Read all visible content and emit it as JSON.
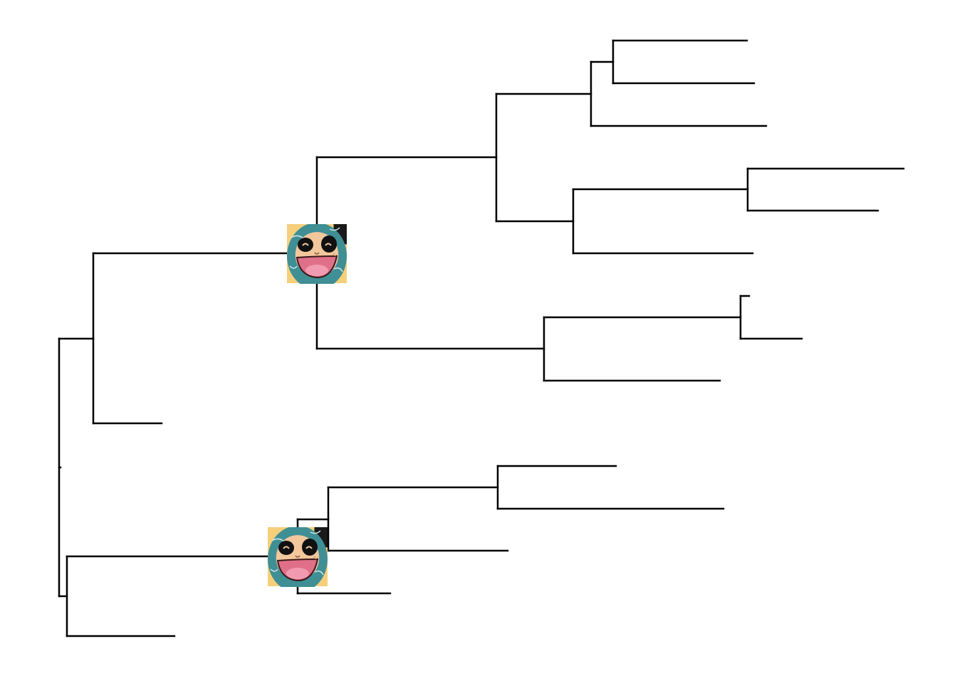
{
  "diagram": {
    "type": "phylogenetic-tree",
    "orientation": "left-to-right",
    "tip_labels_shown": false,
    "line_color": "#000000",
    "background_color": "#ffffff",
    "node_image": {
      "description": "cartoon-character-face",
      "count": 2,
      "colors": {
        "hood": "#3f8f95",
        "face": "#f3c79c",
        "mouth": "#e0708a",
        "tongue": "#f29bb0",
        "eyes": "#111111",
        "background": "#f6cf7b"
      }
    },
    "tree": {
      "id": "root",
      "children": [
        {
          "id": "clade-upper",
          "children": [
            {
              "id": "clade-upper-a",
              "image": true,
              "children": [
                {
                  "id": "clade-a1",
                  "children": [
                    {
                      "id": "clade-a1-x",
                      "children": [
                        {
                          "id": "clade-a1-x-y",
                          "children": [
                            {
                              "id": "tip-1"
                            },
                            {
                              "id": "tip-2"
                            }
                          ]
                        },
                        {
                          "id": "tip-3"
                        }
                      ]
                    },
                    {
                      "id": "clade-a1-z",
                      "children": [
                        {
                          "id": "clade-a1-z-w",
                          "children": [
                            {
                              "id": "tip-4"
                            },
                            {
                              "id": "tip-5"
                            }
                          ]
                        },
                        {
                          "id": "tip-6"
                        }
                      ]
                    }
                  ]
                },
                {
                  "id": "clade-a2",
                  "children": [
                    {
                      "id": "clade-a2-x",
                      "children": [
                        {
                          "id": "tip-7"
                        },
                        {
                          "id": "tip-8"
                        }
                      ]
                    },
                    {
                      "id": "tip-9"
                    }
                  ]
                }
              ]
            },
            {
              "id": "tip-10"
            }
          ]
        },
        {
          "id": "clade-lower",
          "children": [
            {
              "id": "clade-lower-a",
              "image": true,
              "children": [
                {
                  "id": "clade-lower-b",
                  "children": [
                    {
                      "id": "clade-lower-c",
                      "children": [
                        {
                          "id": "tip-11"
                        },
                        {
                          "id": "tip-12"
                        }
                      ]
                    },
                    {
                      "id": "tip-13"
                    }
                  ]
                },
                {
                  "id": "tip-14"
                }
              ]
            },
            {
              "id": "tip-15"
            }
          ]
        }
      ]
    }
  }
}
